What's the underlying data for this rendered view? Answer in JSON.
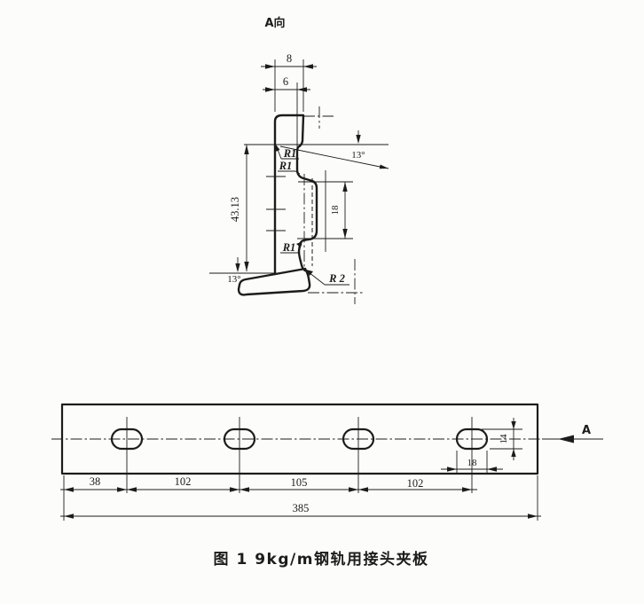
{
  "figure": {
    "caption": "图 1 9kg/m钢轨用接头夹板",
    "line_color": "#1c1c1c",
    "bg_color": "#fcfcfa",
    "section_view": {
      "label": "A向",
      "dims": {
        "top_width": "8",
        "inner_width": "6",
        "height": "43.13",
        "rib_height": "18",
        "upper_angle": "13°",
        "lower_angle": "13°"
      },
      "radii": {
        "top_r1": "R1",
        "mid_r1": "R1",
        "bottom_r1": "R1",
        "bottom_r2": "R 2"
      }
    },
    "plan_view": {
      "view_arrow_label": "A",
      "hole_count": 4,
      "hole_width": "18",
      "hole_height": "14",
      "spacing": [
        "38",
        "102",
        "105",
        "102"
      ],
      "total_length": "385"
    }
  }
}
